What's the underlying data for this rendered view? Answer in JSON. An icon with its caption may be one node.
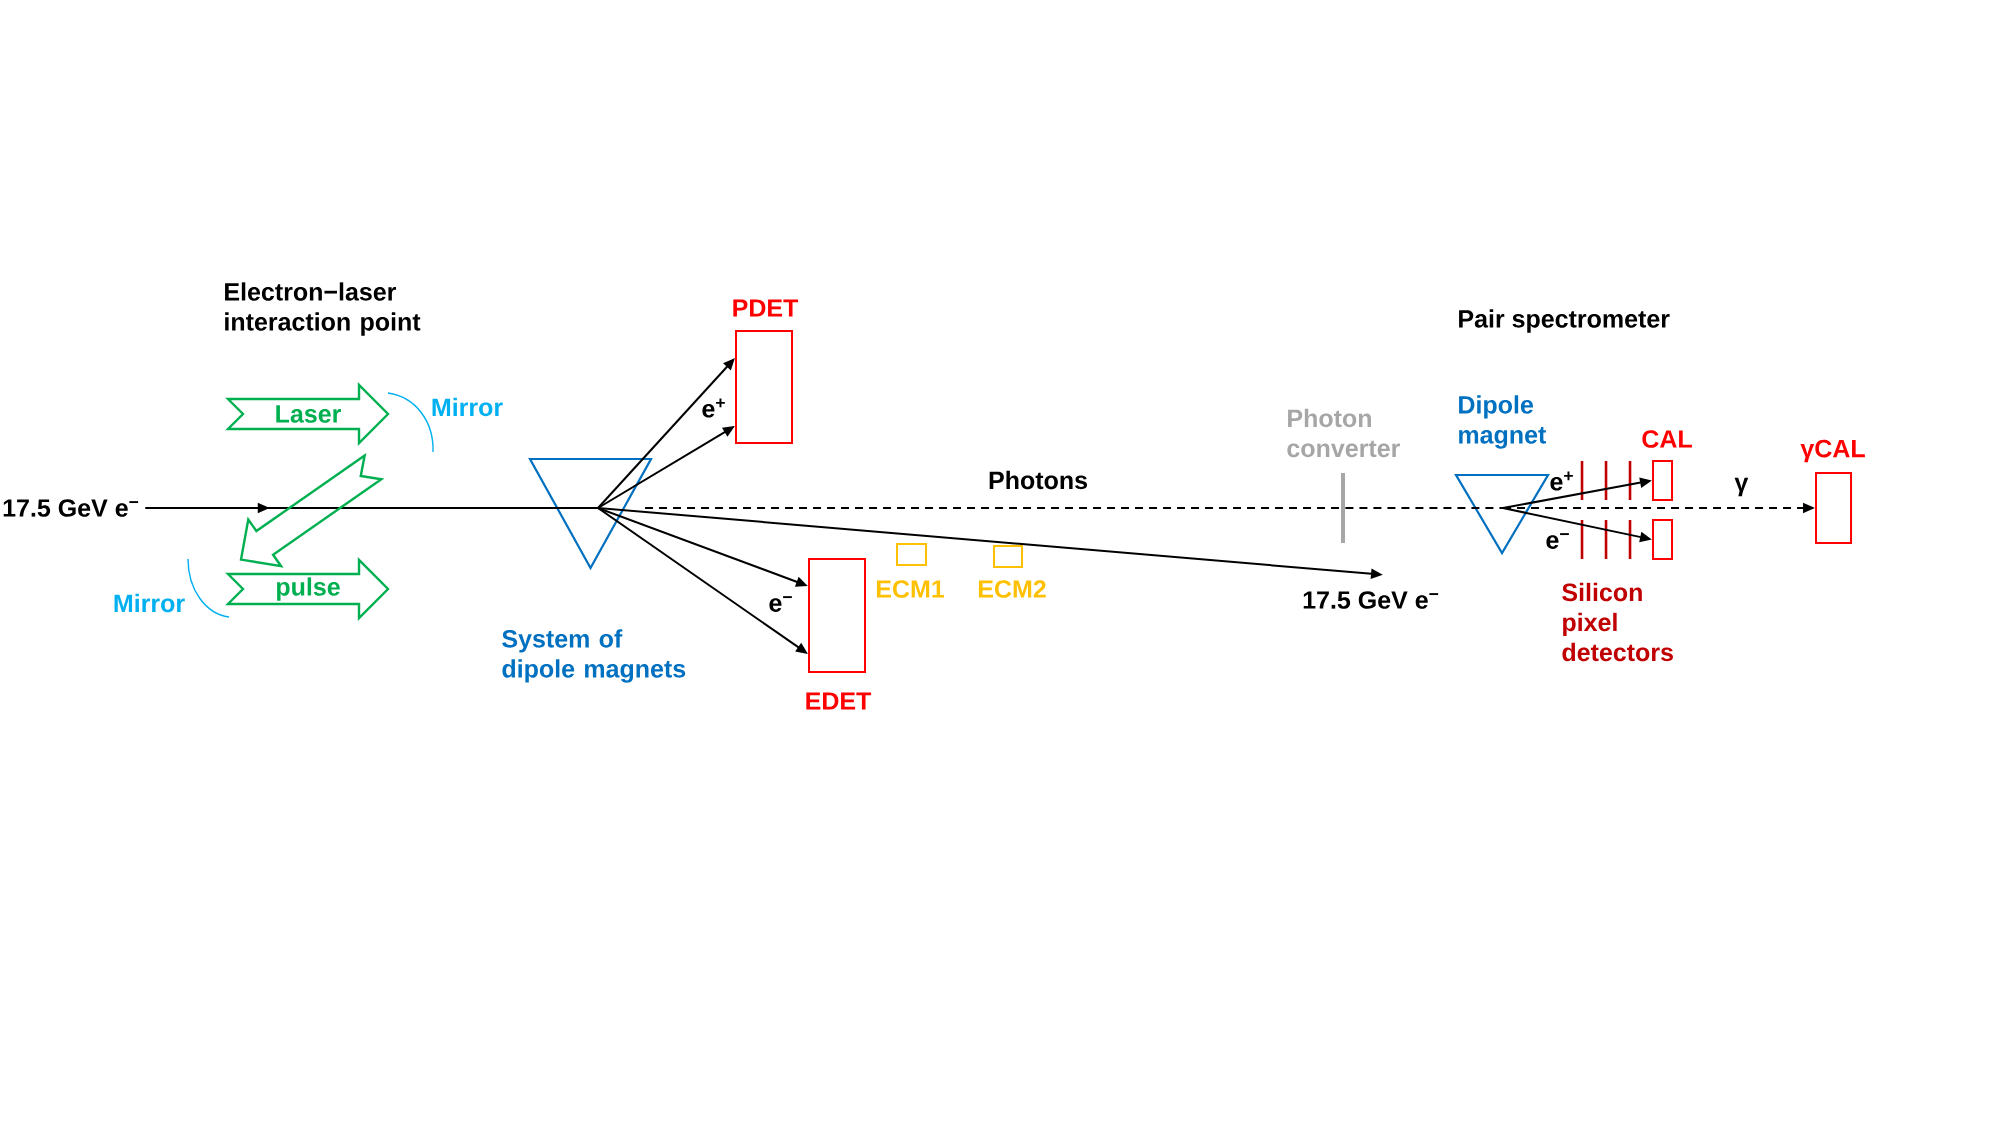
{
  "diagram": {
    "nodes": [
      {
        "text": [
          "17.5 GeV e$^{−}$"
        ]
      },
      {
        "text": [
          "Laser"
        ]
      },
      {
        "text": [
          "pulse"
        ]
      },
      {
        "text": [
          "System of dipole magnets"
        ]
      },
      {
        "text": [
          "PDET"
        ]
      },
      {
        "text": [
          "EDET"
        ]
      },
      {
        "text": [
          "ECM1"
        ]
      },
      {
        "text": [
          "ECM2"
        ]
      },
      {
        "text": [
          "17.5 GeV e$^{−}$"
        ]
      },
      {
        "text": [
          "Photon converter"
        ]
      },
      {
        "text": [
          "Dipole magnet"
        ]
      },
      {
        "text": [
          "CAL"
        ]
      },
      {
        "text": [],
        "shape": "box"
      },
      {
        "text": [
          "γCAL"
        ]
      }
    ],
    "edges": [
      {
        "from": 0,
        "to": 3,
        "arrow": "to"
      },
      {
        "from": 1,
        "to": 2,
        "arrow": "to",
        "style": "thick",
        "color": "#00b050"
      },
      {
        "from": 3,
        "to": 4,
        "arrow": "to"
      },
      {
        "from": 3,
        "to": 4,
        "arrow": "to"
      },
      {
        "from": 3,
        "to": 5,
        "arrow": "to"
      },
      {
        "from": 3,
        "to": 5,
        "arrow": "to"
      },
      {
        "from": 3,
        "to": 8,
        "arrow": "to"
      },
      {
        "from": 3,
        "to": 9,
        "arrow": "none",
        "style": "dashed",
        "label": "Photons"
      },
      {
        "from": 9,
        "to": 10,
        "arrow": "none",
        "style": "dashed"
      },
      {
        "from": 10,
        "to": 13,
        "arrow": "to",
        "style": "dashed",
        "label": "γ"
      },
      {
        "from": 10,
        "to": 11,
        "arrow": "to"
      },
      {
        "from": 10,
        "to": 12,
        "arrow": "to"
      }
    ],
    "labels": [
      "Electron−laser interaction point",
      "Pair spectrometer",
      "Mirror",
      "e$^{+}$",
      "e$^{+}$",
      "e$^{−}$",
      "Mirror",
      "e$^{−}$",
      "Silicon pixel detectors"
    ]
  }
}
